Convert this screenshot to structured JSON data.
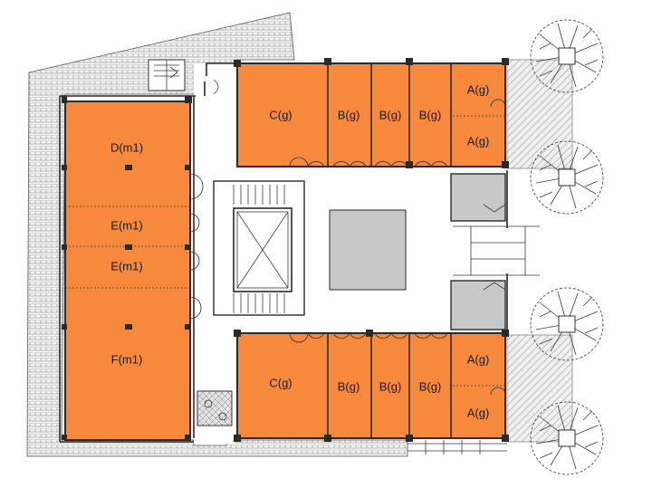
{
  "colors": {
    "room_fill": "#f7893c",
    "grey_fill": "#c8c8c8",
    "wall": "#2a2a2a",
    "paving": "#e8e8e8"
  },
  "rooms": {
    "west": {
      "d": "D(m1)",
      "e1": "E(m1)",
      "e2": "E(m1)",
      "f": "F(m1)"
    },
    "north": {
      "c": "C(g)",
      "b1": "B(g)",
      "b2": "B(g)",
      "b3": "B(g)",
      "a1": "A(g)",
      "a2": "A(g)"
    },
    "south": {
      "c": "C(g)",
      "b1": "B(g)",
      "b2": "B(g)",
      "b3": "B(g)",
      "a1": "A(g)",
      "a2": "A(g)"
    }
  },
  "icons": [
    "tree-icon",
    "door-swing-icon",
    "stair-icon",
    "lift-shaft-icon",
    "column-icon"
  ]
}
